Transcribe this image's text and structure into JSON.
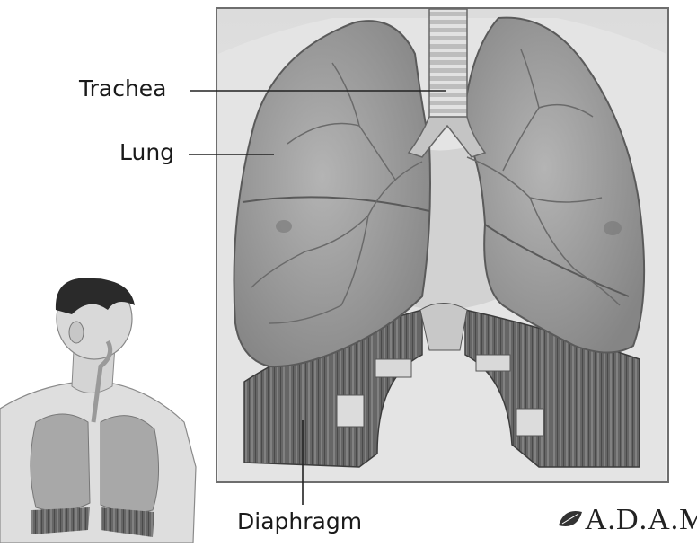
{
  "labels": {
    "trachea": "Trachea",
    "lung": "Lung",
    "diaphragm": "Diaphragm"
  },
  "logo": {
    "text": "A.D.A.M."
  },
  "colors": {
    "frame_border": "#6e6e6e",
    "lung_fill": "#9c9c9c",
    "diaphragm_fill": "#5a5a5a",
    "background": "#ffffff"
  }
}
